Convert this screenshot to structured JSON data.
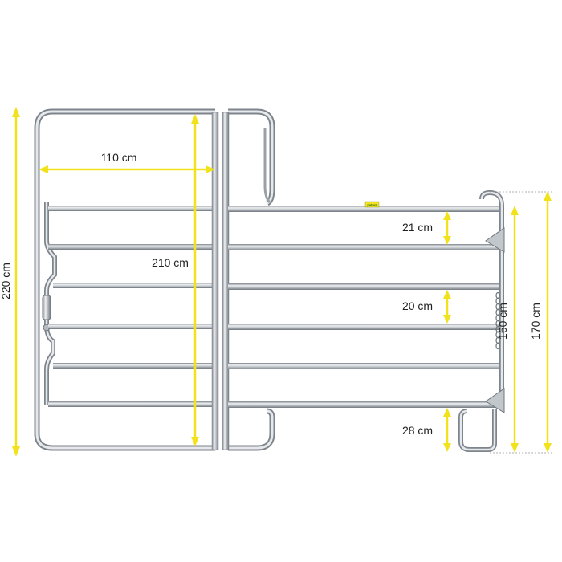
{
  "colors": {
    "dimension": "#f2e21d",
    "steel_light": "#e6e9ec",
    "steel_mid": "#b4bac0",
    "steel_dark": "#7d848b",
    "text": "#222222",
    "brand_bg": "#f2e21d",
    "brand_text": "#2a6e2a"
  },
  "labels": {
    "width_opening": "110 cm",
    "height_gate": "210 cm",
    "height_total": "220 cm",
    "gap_top": "21 cm",
    "gap_mid": "20 cm",
    "gap_bottom": "28 cm",
    "height_panel": "160 cm",
    "height_panel_total": "170 cm"
  },
  "brand": {
    "logo_text": "patura"
  }
}
